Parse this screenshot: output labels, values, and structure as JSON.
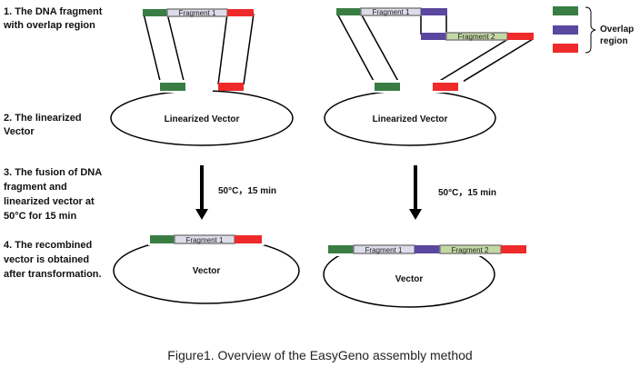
{
  "colors": {
    "green": "#3a7d44",
    "red": "#ee2a2a",
    "purple": "#5a47a0",
    "fragment1": "#dcdcea",
    "fragment2": "#c3d9a3",
    "outline": "#808080"
  },
  "steps": [
    [
      "1. The DNA fragment",
      "with overlap region"
    ],
    [
      "2. The  linearized",
      "Vector"
    ],
    [
      "3. The fusion of DNA",
      "fragment and",
      "linearized vector at",
      "50°C  for 15 min"
    ],
    [
      "4. The recombined",
      "vector is obtained",
      "after transformation."
    ]
  ],
  "fragment1": "Fragment 1",
  "fragment2": "Fragment 2",
  "linearized_vector": "Linearized Vector",
  "vector": "Vector",
  "condition": "50°C，15 min",
  "legend": {
    "label_line1": "Overlap",
    "label_line2": "region"
  },
  "caption": "Figure1. Overview of the EasyGeno assembly method"
}
